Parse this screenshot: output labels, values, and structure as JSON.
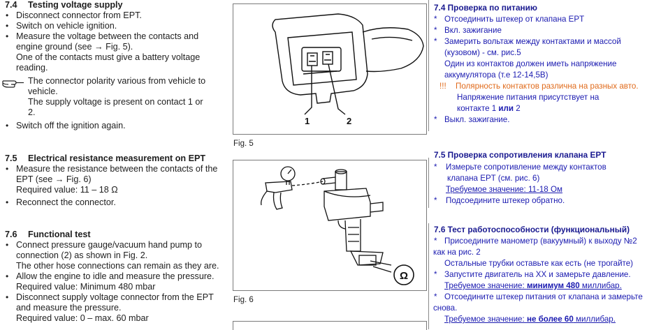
{
  "en": {
    "s74": {
      "num": "7.4",
      "title": "Testing voltage supply",
      "items": [
        "Disconnect connector from EPT.",
        "Switch on vehicle ignition.",
        "Measure the voltage between the contacts and",
        "engine ground (see → Fig. 5).",
        "One of the contacts must give a battery voltage",
        "reading.",
        "The connector polarity various from vehicle to",
        "vehicle.",
        "The supply voltage is present on contact 1 or",
        "2.",
        "Switch off the ignition again."
      ]
    },
    "s75": {
      "num": "7.5",
      "title": "Electrical resistance measurement on EPT",
      "items": [
        "Measure the resistance between the contacts of the",
        "EPT (see → Fig. 6)",
        "Required value: 11 – 18 Ω",
        "Reconnect the connector."
      ]
    },
    "s76": {
      "num": "7.6",
      "title": "Functional test",
      "items": [
        "Connect pressure gauge/vacuum hand pump to",
        "connection (2) as shown in Fig. 2.",
        "The other hose connections can remain as they are.",
        "Allow the engine to idle and measure the pressure.",
        "Required value: Minimum 480 mbar",
        "Disconnect supply voltage connector from the EPT",
        "and measure the pressure.",
        "Required value: 0 – max. 60 mbar"
      ]
    }
  },
  "fig5": {
    "caption": "Fig. 5",
    "label1": "1",
    "label2": "2"
  },
  "fig6": {
    "caption": "Fig. 6",
    "ohm": "Ω"
  },
  "ru": {
    "s74": {
      "title": "7.4 Проверка по питанию",
      "l1": "Отсоединить штекер от клапана EPT",
      "l2": "Вкл. зажигание",
      "l3": "Замерить вольтаж между контактами и массой",
      "l4": "(кузовом) - см. рис.5",
      "l5": "Один из контактов должен иметь напряжение",
      "l6": "аккумулятора  (т.е 12-14,5В)",
      "warn_mark": "!!!",
      "warn": "Полярность контактов различна на разных авто.",
      "l7": "Напряжение питания присутствует на",
      "l8a": "контакте 1 ",
      "l8b": "или",
      "l8c": " 2",
      "l9": "Выкл. зажигание."
    },
    "s75": {
      "title": "7.5 Проверка сопротивления клапана EPT",
      "l1": "Измерьте сопротивление между контактов",
      "l2": "клапана EPT (см. рис. 6)",
      "l3": "Требуемое значение: 11-18 Ом",
      "l4": "Подсоедините штекер обратно."
    },
    "s76": {
      "title": "7.6 Тест работоспособности (функциональный)",
      "l1": "Присоедините манометр (вакуумный) к выходу №2",
      "l2": "как на рис. 2",
      "l3": "Остальные трубки оставьте как есть (не трогайте)",
      "l4": "Запустите двигатель на ХХ и замерьте давление.",
      "l5a": "Требуемое значение: ",
      "l5b": "минимум 480",
      "l5c": " миллибар.",
      "l6": "Отсоедините штекер питания от клапана и замерьте",
      "l7": "снова.",
      "l8a": "Требуемое значение: ",
      "l8b": "не более 60",
      "l8c": " миллибар."
    }
  }
}
